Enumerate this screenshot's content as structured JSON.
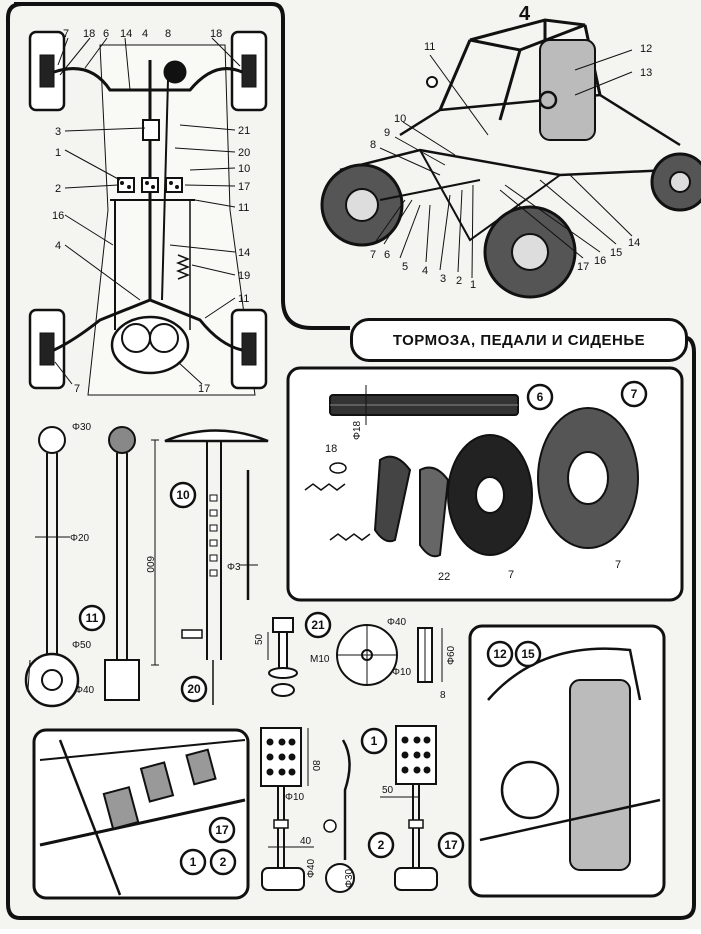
{
  "page_number": "4",
  "title": "ТОРМОЗА, ПЕДАЛИ И СИДЕНЬЕ",
  "chassis_labels": [
    "7",
    "18",
    "6",
    "14",
    "4",
    "8",
    "18",
    "3",
    "21",
    "20",
    "10",
    "1",
    "2",
    "17",
    "11",
    "16",
    "4",
    "14",
    "19",
    "11",
    "7",
    "17"
  ],
  "buggy_labels": [
    "11",
    "12",
    "13",
    "10",
    "9",
    "8",
    "7",
    "6",
    "5",
    "4",
    "3",
    "2",
    "1",
    "17",
    "16",
    "15",
    "14"
  ],
  "lever_dims": {
    "d30": "Φ30",
    "d20": "Φ20",
    "d50": "Φ50",
    "d40": "Φ40",
    "h600": "600"
  },
  "badges": {
    "b6": "6",
    "b7": "7",
    "b10": "10",
    "b11": "11",
    "b20": "20",
    "b21": "21",
    "b12": "12",
    "b15": "15",
    "b17": "17",
    "b1": "1",
    "b2": "2",
    "b1b": "1",
    "b2b": "2",
    "b17b": "17"
  },
  "brake_labels": {
    "hose_dim": "Φ18",
    "spring_label": "18",
    "shoe_label": "22",
    "plate_label": "7",
    "drum_label": "7"
  },
  "rod_dims": {
    "d3": "Φ3"
  },
  "bolt_dims": {
    "h50": "50",
    "m10": "M10"
  },
  "pulley_dims": {
    "d40": "Φ40",
    "d10": "Φ10",
    "d60": "Φ60",
    "w8": "8"
  },
  "pedal_dims": {
    "h80": "80",
    "d10": "Φ10",
    "w40": "40",
    "d40": "Φ40",
    "d30": "Φ30",
    "w50": "50"
  }
}
